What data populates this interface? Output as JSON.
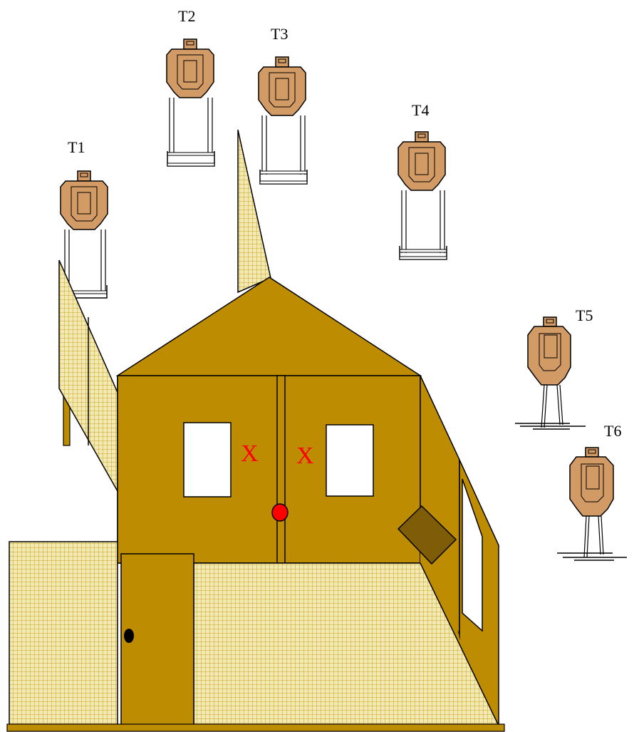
{
  "colors": {
    "wall": "#BE8C00",
    "mesh": "#F3E9B3",
    "mesh_line": "#C9A221",
    "target_face": "#D29A64",
    "marker": "#FF0000",
    "hatch": "#7F5C08",
    "outline": "#000000"
  },
  "targets": [
    {
      "id": "t1",
      "label": "T1",
      "stand": "frame"
    },
    {
      "id": "t2",
      "label": "T2",
      "stand": "frame"
    },
    {
      "id": "t3",
      "label": "T3",
      "stand": "frame"
    },
    {
      "id": "t4",
      "label": "T4",
      "stand": "frame"
    },
    {
      "id": "t5",
      "label": "T5",
      "stand": "stick"
    },
    {
      "id": "t6",
      "label": "T6",
      "stand": "stick"
    }
  ],
  "markers": {
    "left_x": "X",
    "right_x": "X",
    "start_position": "red-dot"
  },
  "icons": [
    "door-knob-icon",
    "start-position-icon"
  ]
}
